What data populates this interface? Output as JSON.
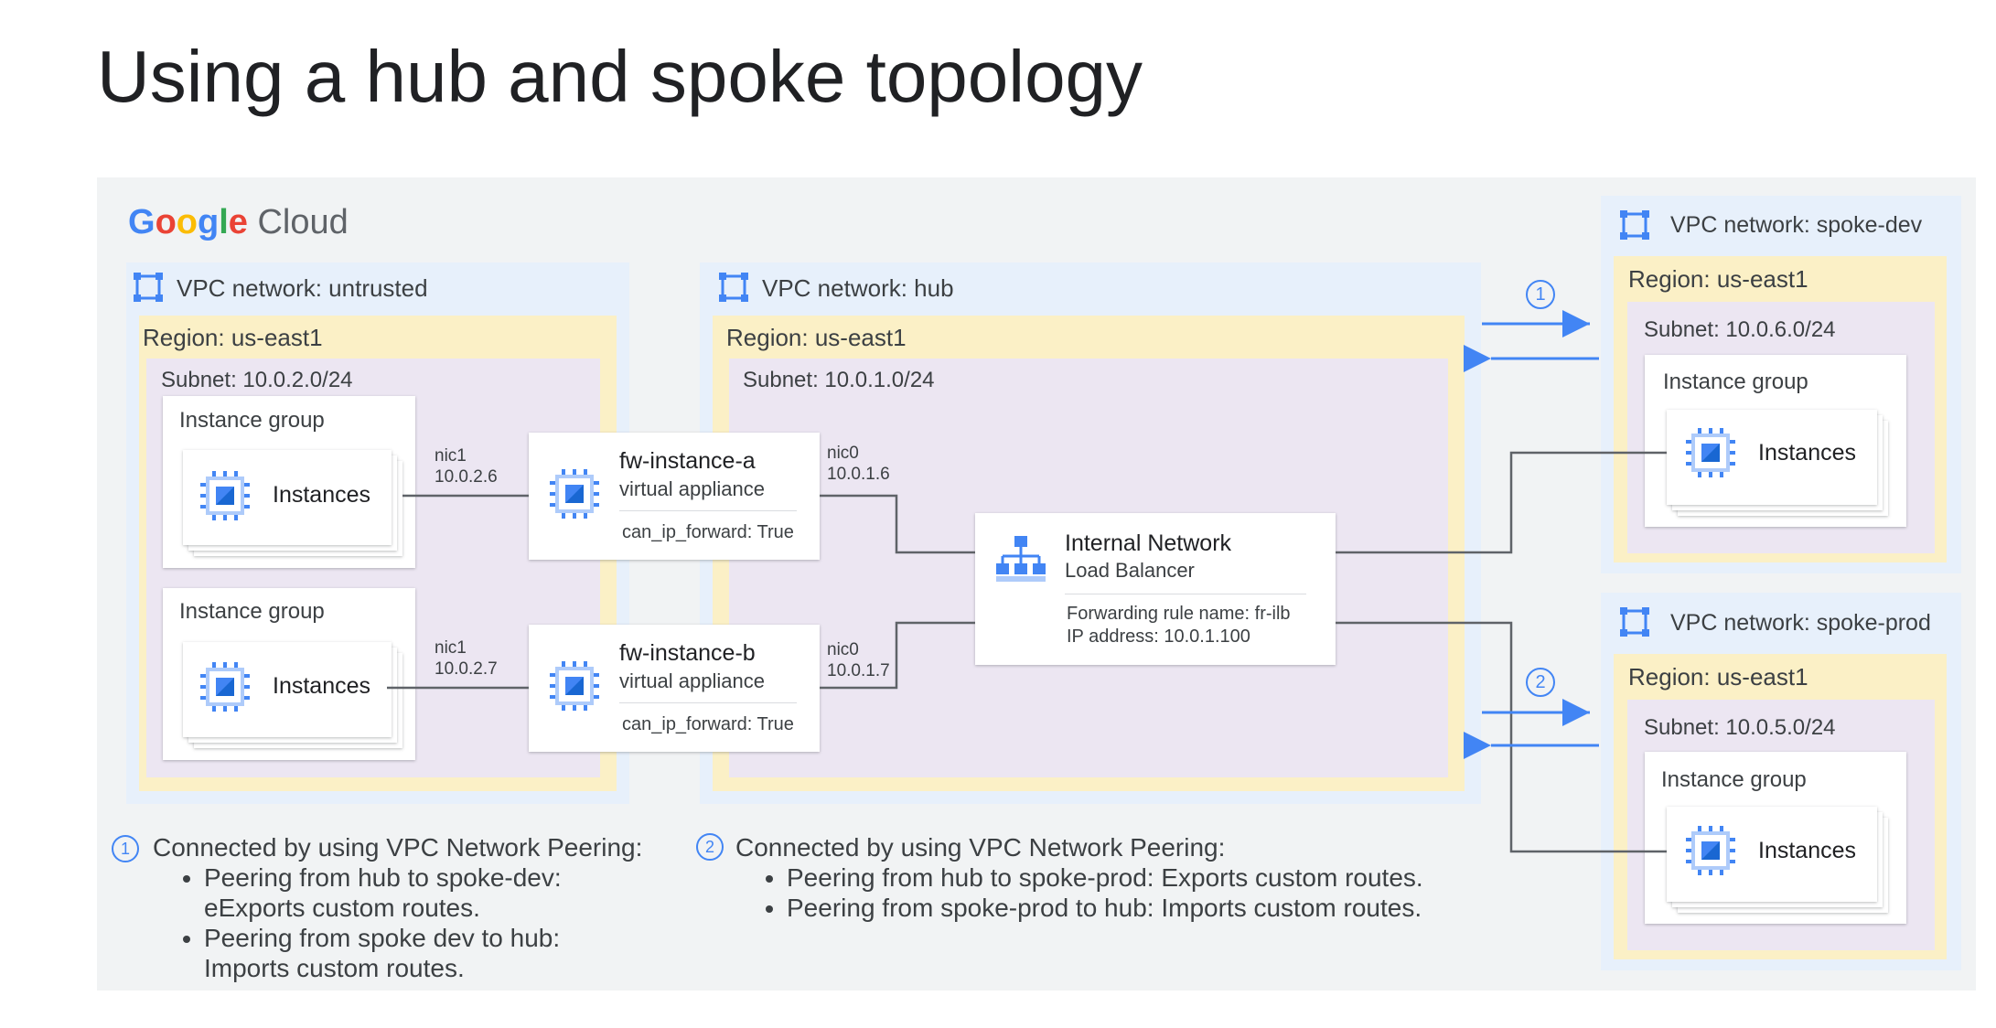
{
  "title": "Using a hub and spoke topology",
  "logo": "Google Cloud",
  "untrusted": {
    "vpc": "VPC network: untrusted",
    "region": "Region: us-east1",
    "subnet": "Subnet: 10.0.2.0/24",
    "group1": {
      "label": "Instance group",
      "instances": "Instances"
    },
    "group2": {
      "label": "Instance group",
      "instances": "Instances"
    },
    "nic1a": "nic1",
    "ip1a": "10.0.2.6",
    "nic1b": "nic1",
    "ip1b": "10.0.2.7"
  },
  "hub": {
    "vpc": "VPC network: hub",
    "region": "Region: us-east1",
    "subnet": "Subnet: 10.0.1.0/24",
    "fwa": {
      "name": "fw-instance-a",
      "type": "virtual appliance",
      "prop": "can_ip_forward: True"
    },
    "fwb": {
      "name": "fw-instance-b",
      "type": "virtual appliance",
      "prop": "can_ip_forward: True"
    },
    "nic0a": "nic0",
    "ip0a": "10.0.1.6",
    "nic0b": "nic0",
    "ip0b": "10.0.1.7",
    "ilb": {
      "name1": "Internal Network",
      "name2": "Load Balancer",
      "rule": "Forwarding rule name: fr-ilb",
      "ip": "IP address: 10.0.1.100"
    }
  },
  "spoke_dev": {
    "vpc": "VPC network: spoke-dev",
    "region": "Region: us-east1",
    "subnet": "Subnet: 10.0.6.0/24",
    "group": "Instance group",
    "instances": "Instances"
  },
  "spoke_prod": {
    "vpc": "VPC network: spoke-prod",
    "region": "Region: us-east1",
    "subnet": "Subnet: 10.0.5.0/24",
    "group": "Instance group",
    "instances": "Instances"
  },
  "markers": {
    "one": "1",
    "two": "2"
  },
  "note1": {
    "heading": "Connected by using VPC Network Peering:",
    "b1a": "Peering from hub to spoke-dev:",
    "b1b": "eExports custom routes.",
    "b2a": "Peering from spoke dev to hub:",
    "b2b": "Imports custom routes."
  },
  "note2": {
    "heading": "Connected by using VPC Network Peering:",
    "b1": "Peering from hub to spoke-prod: Exports custom routes.",
    "b2": "Peering from spoke-prod to hub: Imports custom routes."
  },
  "colors": {
    "accent": "#4285f4",
    "vpc": "#e7f0fb",
    "region": "#fbf0c6",
    "subnet": "#ece6f2"
  }
}
